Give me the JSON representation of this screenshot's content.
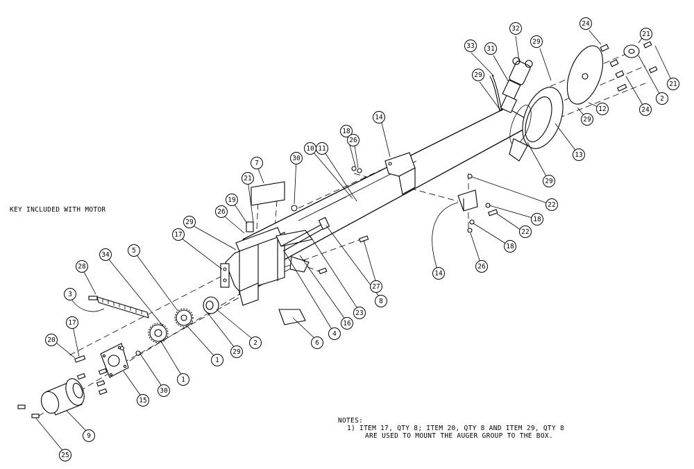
{
  "diagram": {
    "key_note": "KEY INCLUDED WITH MOTOR",
    "notes_title": "NOTES:",
    "notes": [
      "1) ITEM 17, QTY 8; ITEM 20, QTY 8 AND ITEM 29, QTY 8",
      "ARE USED TO MOUNT THE AUGER GROUP TO THE BOX."
    ]
  },
  "callouts": [
    {
      "id": "c-32",
      "label": "32"
    },
    {
      "id": "c-33",
      "label": "33"
    },
    {
      "id": "c-31",
      "label": "31"
    },
    {
      "id": "c-29a",
      "label": "29"
    },
    {
      "id": "c-29b",
      "label": "29"
    },
    {
      "id": "c-24a",
      "label": "24"
    },
    {
      "id": "c-21a",
      "label": "21"
    },
    {
      "id": "c-21b",
      "label": "21"
    },
    {
      "id": "c-2a",
      "label": "2"
    },
    {
      "id": "c-24b",
      "label": "24"
    },
    {
      "id": "c-12",
      "label": "12"
    },
    {
      "id": "c-29c",
      "label": "29"
    },
    {
      "id": "c-13",
      "label": "13"
    },
    {
      "id": "c-29d",
      "label": "29"
    },
    {
      "id": "c-14a",
      "label": "14"
    },
    {
      "id": "c-18a",
      "label": "18"
    },
    {
      "id": "c-26a",
      "label": "26"
    },
    {
      "id": "c-10",
      "label": "10"
    },
    {
      "id": "c-11",
      "label": "11"
    },
    {
      "id": "c-30a",
      "label": "30"
    },
    {
      "id": "c-7",
      "label": "7"
    },
    {
      "id": "c-22a",
      "label": "22"
    },
    {
      "id": "c-18b",
      "label": "18"
    },
    {
      "id": "c-22b",
      "label": "22"
    },
    {
      "id": "c-18c",
      "label": "18"
    },
    {
      "id": "c-26b",
      "label": "26"
    },
    {
      "id": "c-14b",
      "label": "14"
    },
    {
      "id": "c-21c",
      "label": "21"
    },
    {
      "id": "c-19",
      "label": "19"
    },
    {
      "id": "c-26c",
      "label": "26"
    },
    {
      "id": "c-29e",
      "label": "29"
    },
    {
      "id": "c-17a",
      "label": "17"
    },
    {
      "id": "c-34",
      "label": "34"
    },
    {
      "id": "c-5",
      "label": "5"
    },
    {
      "id": "c-28",
      "label": "28"
    },
    {
      "id": "c-3",
      "label": "3"
    },
    {
      "id": "c-8",
      "label": "8"
    },
    {
      "id": "c-27",
      "label": "27"
    },
    {
      "id": "c-23",
      "label": "23"
    },
    {
      "id": "c-16",
      "label": "16"
    },
    {
      "id": "c-4",
      "label": "4"
    },
    {
      "id": "c-6",
      "label": "6"
    },
    {
      "id": "c-2b",
      "label": "2"
    },
    {
      "id": "c-29f",
      "label": "29"
    },
    {
      "id": "c-1a",
      "label": "1"
    },
    {
      "id": "c-1b",
      "label": "1"
    },
    {
      "id": "c-30b",
      "label": "30"
    },
    {
      "id": "c-15",
      "label": "15"
    },
    {
      "id": "c-20",
      "label": "20"
    },
    {
      "id": "c-17b",
      "label": "17"
    },
    {
      "id": "c-9",
      "label": "9"
    },
    {
      "id": "c-25",
      "label": "25"
    }
  ]
}
